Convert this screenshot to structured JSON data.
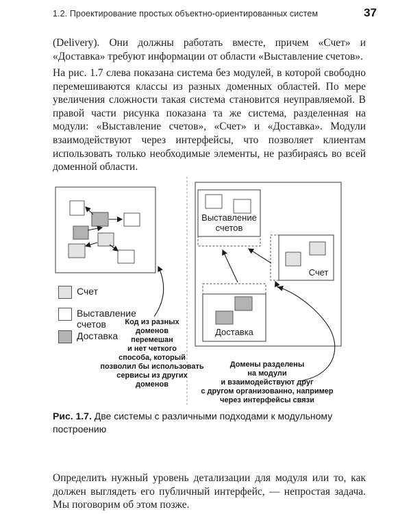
{
  "header": {
    "section_title": "1.2. Проектирование простых объектно-ориентированных систем",
    "page_number": "37"
  },
  "body": {
    "paragraph_1": "(Delivery). Они должны работать вместе, причем «Счет» и «Доставка» требуют информации от области «Выставление счетов».",
    "paragraph_2": "На рис. 1.7 слева показана система без модулей, в которой свободно перемешиваются классы из разных доменных областей. По мере увеличения сложности такая система становится неуправляемой. В правой части рисунка показана та же система, разделенная на модули: «Выставление счетов», «Счет» и «Доставка». Модули взаимодействуют через интерфейсы, что позволяет клиентам использовать только необходимые элементы, не разбираясь во всей доменной области.",
    "paragraph_3": "Определить нужный уровень детализации для модуля или то, как должен выглядеть его публичный интерфейс, — непростая задача. Мы поговорим об этом позже."
  },
  "figure": {
    "caption_label": "Рис. 1.7.",
    "caption_text": "Две системы с различными подходами к модульному построению",
    "legend": [
      {
        "label": "Счет",
        "color": "#e3e3e3"
      },
      {
        "label": "Выставление счетов",
        "color": "#ffffff"
      },
      {
        "label": "Доставка",
        "color": "#b3b3b3"
      }
    ],
    "modules": {
      "billing": "Выставление счетов",
      "invoice": "Счет",
      "delivery": "Доставка"
    },
    "left_annotation": "Код из разных\nдоменов\nперемешан\nи нет четкого\nспособа, который\nпозволил бы использовать\nсервисы из других\nдоменов",
    "right_annotation": "Домены разделены\nна модули\nи взаимодействуют друг\nс другом организованно, например\nчерез интерфейсы связи"
  }
}
